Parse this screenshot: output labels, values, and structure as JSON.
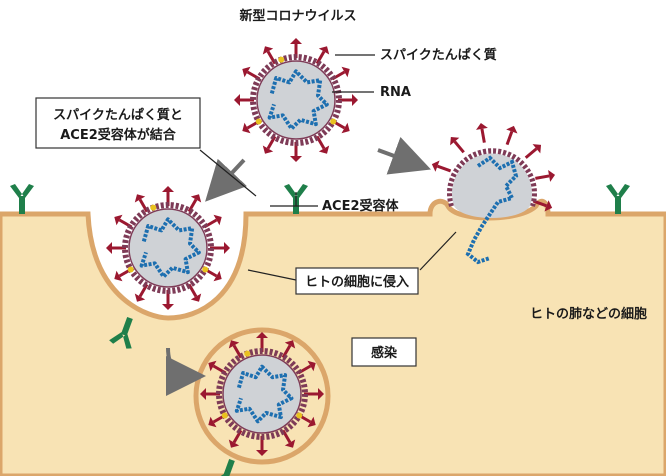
{
  "labels": {
    "title": "新型コロナウイルス",
    "spike": "スパイクたんぱく質",
    "rna": "RNA",
    "binding_line1": "スパイクたんぱく質と",
    "binding_line2": "ACE2受容体が結合",
    "ace2": "ACE2受容体",
    "invade": "ヒトの細胞に侵入",
    "lung_cell": "ヒトの肺などの細胞",
    "infection": "感染"
  },
  "colors": {
    "cell": "#f8e3b4",
    "membrane": "#dba66a",
    "spike": "#9b1830",
    "envelope": "#7e3b57",
    "envelope_yellow": "#e9c21f",
    "rna": "#1d6fb0",
    "receptor": "#1f7f4a",
    "virus_core": "#cfd2d6",
    "arrow": "#6f6f6f"
  }
}
